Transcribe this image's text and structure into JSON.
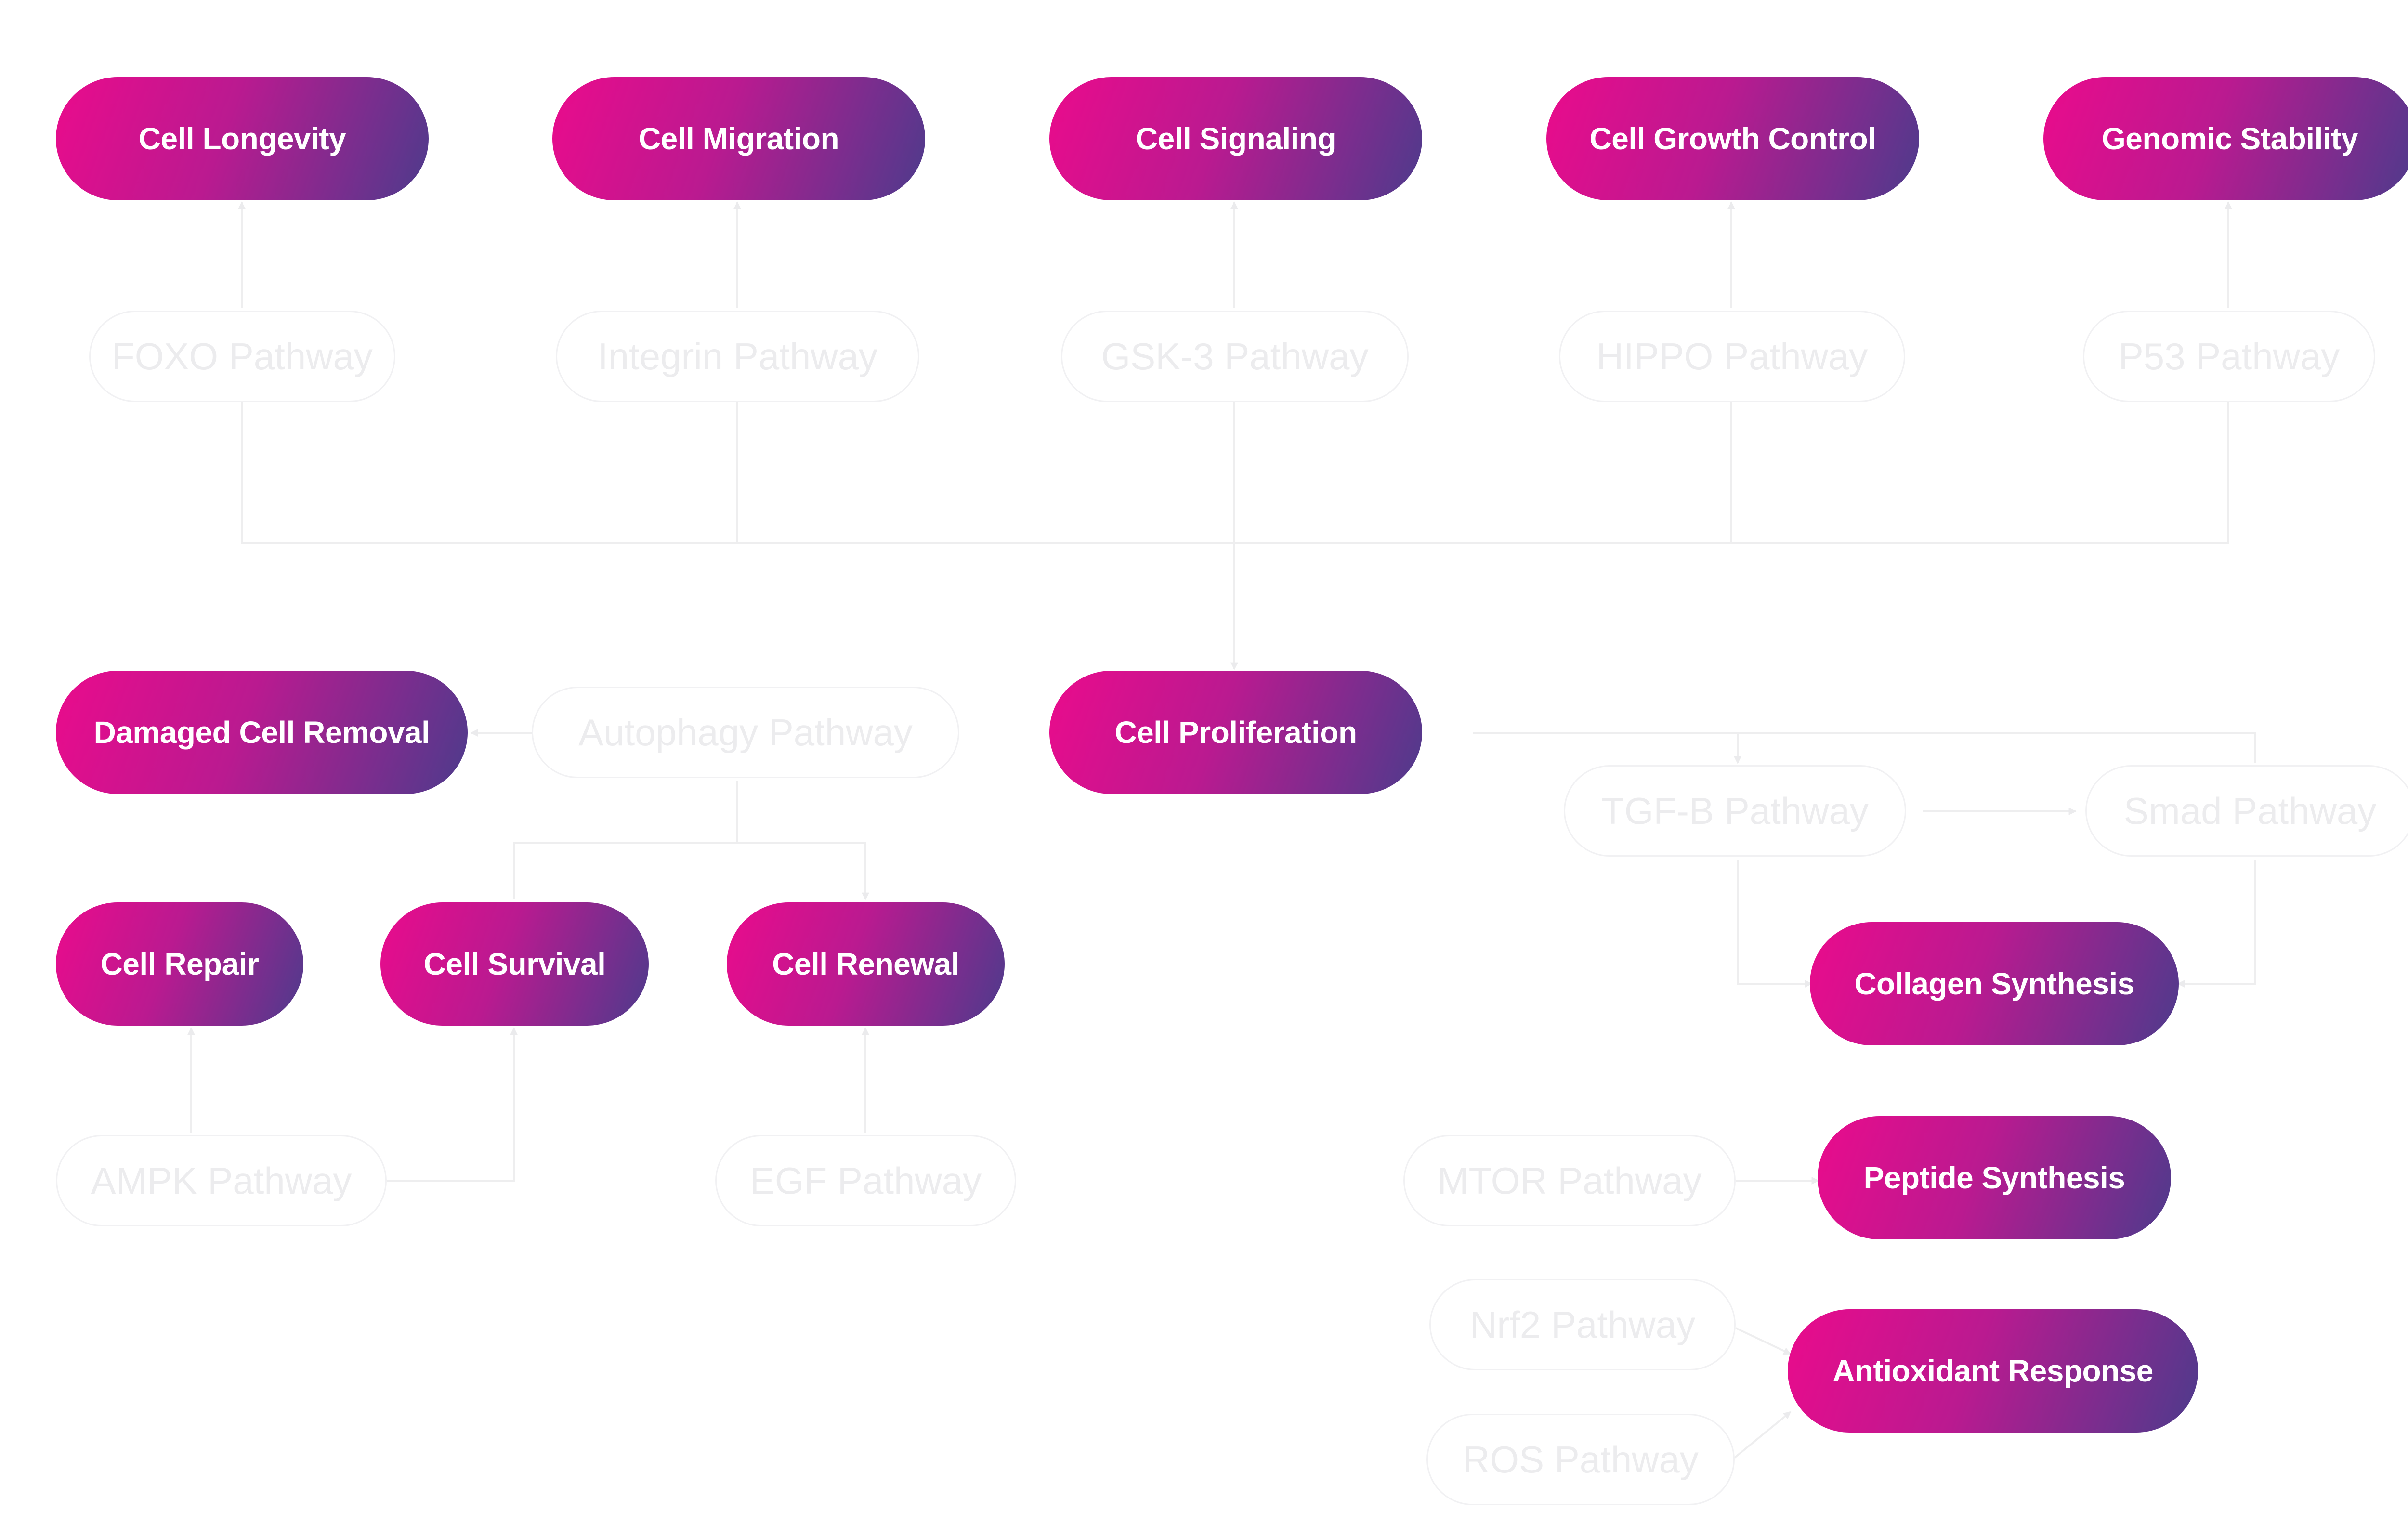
{
  "colors": {
    "gradient_start": "#ea0b8c",
    "gradient_mid": "#ba1a90",
    "gradient_end": "#4d3b8c",
    "outcome_text": "#ffffff",
    "pathway_text": "#ececee",
    "pathway_border": "#f1f1f3",
    "connector": "#eeeeef"
  },
  "outcomes": [
    {
      "id": "cell-longevity",
      "label": "Cell Longevity"
    },
    {
      "id": "cell-migration",
      "label": "Cell Migration"
    },
    {
      "id": "cell-signaling",
      "label": "Cell Signaling"
    },
    {
      "id": "cell-growth-control",
      "label": "Cell Growth Control"
    },
    {
      "id": "genomic-stability",
      "label": "Genomic Stability"
    },
    {
      "id": "damaged-cell-removal",
      "label": "Damaged Cell Removal"
    },
    {
      "id": "cell-proliferation",
      "label": "Cell Proliferation"
    },
    {
      "id": "cell-repair",
      "label": "Cell Repair"
    },
    {
      "id": "cell-survival",
      "label": "Cell Survival"
    },
    {
      "id": "cell-renewal",
      "label": "Cell Renewal"
    },
    {
      "id": "collagen-synthesis",
      "label": "Collagen Synthesis"
    },
    {
      "id": "peptide-synthesis",
      "label": "Peptide Synthesis"
    },
    {
      "id": "antioxidant-response",
      "label": "Antioxidant Response"
    }
  ],
  "pathways": [
    {
      "id": "foxo",
      "label": "FOXO Pathway"
    },
    {
      "id": "integrin",
      "label": "Integrin Pathway"
    },
    {
      "id": "gsk3",
      "label": "GSK-3 Pathway"
    },
    {
      "id": "hippo",
      "label": "HIPPO Pathway"
    },
    {
      "id": "p53",
      "label": "P53 Pathway"
    },
    {
      "id": "autophagy",
      "label": "Autophagy Pathway"
    },
    {
      "id": "tgfb",
      "label": "TGF-B Pathway"
    },
    {
      "id": "smad",
      "label": "Smad Pathway"
    },
    {
      "id": "ampk",
      "label": "AMPK Pathway"
    },
    {
      "id": "egf",
      "label": "EGF Pathway"
    },
    {
      "id": "mtor",
      "label": "MTOR Pathway"
    },
    {
      "id": "nrf2",
      "label": "Nrf2 Pathway"
    },
    {
      "id": "ros",
      "label": "ROS Pathway"
    }
  ]
}
